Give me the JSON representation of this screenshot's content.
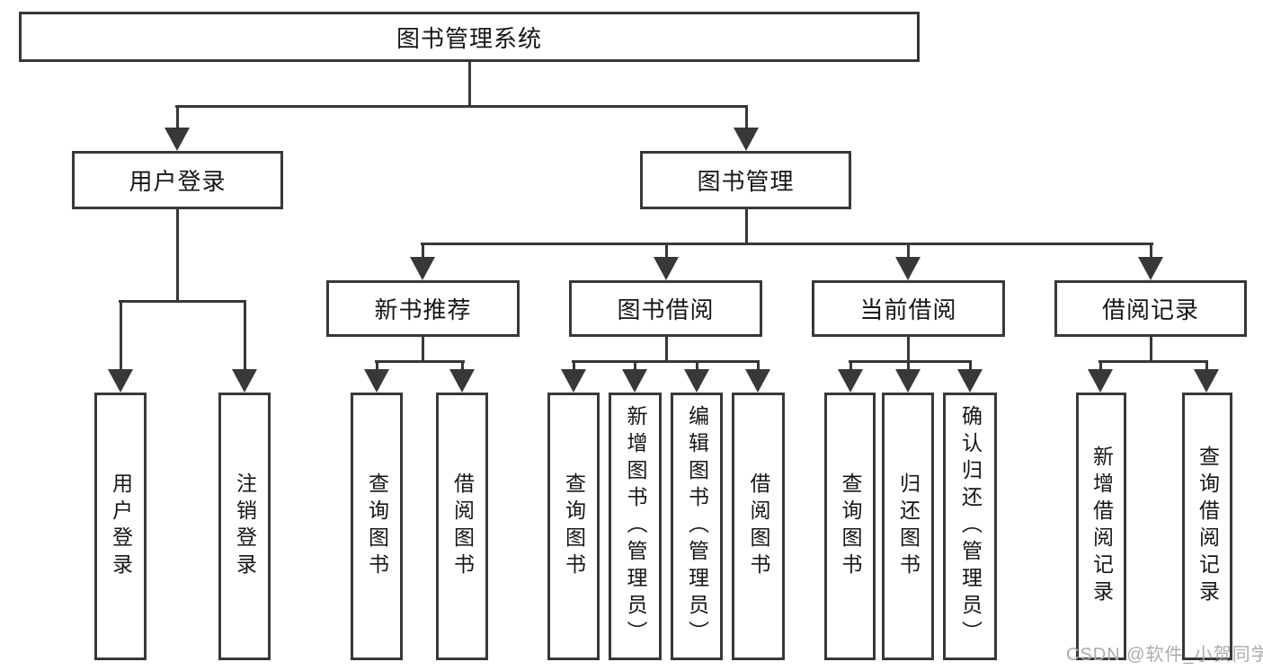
{
  "diagram": {
    "root": {
      "label": "图书管理系统"
    },
    "branches": [
      {
        "label": "用户登录",
        "children": [
          {
            "label": "用户登录"
          },
          {
            "label": "注销登录"
          }
        ]
      },
      {
        "label": "图书管理",
        "children": [
          {
            "label": "新书推荐",
            "children": [
              {
                "label": "查询图书"
              },
              {
                "label": "借阅图书"
              }
            ]
          },
          {
            "label": "图书借阅",
            "children": [
              {
                "label": "查询图书"
              },
              {
                "label": "新增图书（管理员）"
              },
              {
                "label": "编辑图书（管理员）"
              },
              {
                "label": "借阅图书"
              }
            ]
          },
          {
            "label": "当前借阅",
            "children": [
              {
                "label": "查询图书"
              },
              {
                "label": "归还图书"
              },
              {
                "label": "确认归还（管理员）"
              }
            ]
          },
          {
            "label": "借阅记录",
            "children": [
              {
                "label": "新增借阅记录"
              },
              {
                "label": "查询借阅记录"
              }
            ]
          }
        ]
      }
    ]
  },
  "watermark": {
    "text": "CSDN @软件_小贺同学"
  },
  "colors": {
    "line": "#383838",
    "text": "#161616",
    "watermark": "#acacac",
    "background": "#ffffff"
  }
}
